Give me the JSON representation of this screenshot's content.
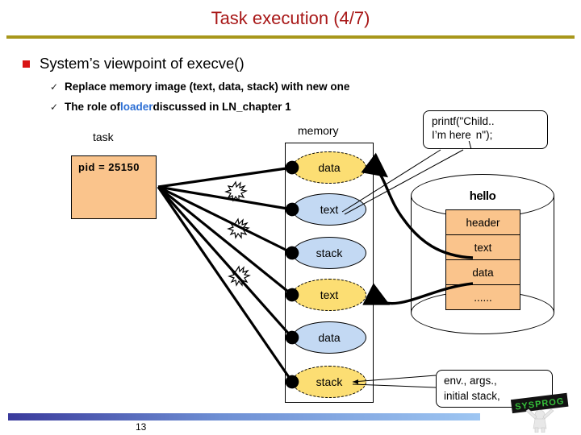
{
  "slide": {
    "title": "Task execution (4/7)",
    "page_number": "13",
    "title_color": "#A81717",
    "rule_color": "#A8971B"
  },
  "bullets": {
    "level1": "System’s viewpoint of execve()",
    "level1_marker": "square-bullet",
    "sub_marker": "check-bullet",
    "sub": [
      {
        "text": "Replace memory image (text, data, stack) with new one"
      },
      {
        "pre": "The role of ",
        "keyword": "loader",
        "post": " discussed in LN_chapter 1",
        "keyword_color": "#2D6FD4"
      }
    ]
  },
  "diagram": {
    "task": {
      "label": "task",
      "pid_text": "pid = 25150",
      "box_color": "#FAC48C"
    },
    "memory": {
      "label": "memory",
      "slots": [
        {
          "text": "data",
          "style": "yellow-dashed",
          "color": "#FCDE73"
        },
        {
          "text": "text",
          "style": "blue-solid",
          "color": "#C3D9F3"
        },
        {
          "text": "stack",
          "style": "blue-solid",
          "color": "#C3D9F3"
        },
        {
          "text": "text",
          "style": "yellow-dashed",
          "color": "#FCDE73"
        },
        {
          "text": "data",
          "style": "blue-solid",
          "color": "#C3D9F3"
        },
        {
          "text": "stack",
          "style": "yellow-dashed",
          "color": "#FCDE73"
        }
      ]
    },
    "file": {
      "name": "hello",
      "sections": [
        "header",
        "text",
        "data",
        "......"
      ],
      "fill_color": "#FAC48C"
    },
    "printf_callout": {
      "line1": "printf(\"Child..",
      "line2_pre": "I’m here",
      "line2_escape": "n\");"
    },
    "env_callout": {
      "line1": "env., args.,",
      "line2": "initial stack,"
    },
    "break_marker": "explosion-icon"
  },
  "logo": {
    "name": "sysprog-logo",
    "sign_text": "SYSPROG",
    "sign_color": "#2E7D32"
  }
}
